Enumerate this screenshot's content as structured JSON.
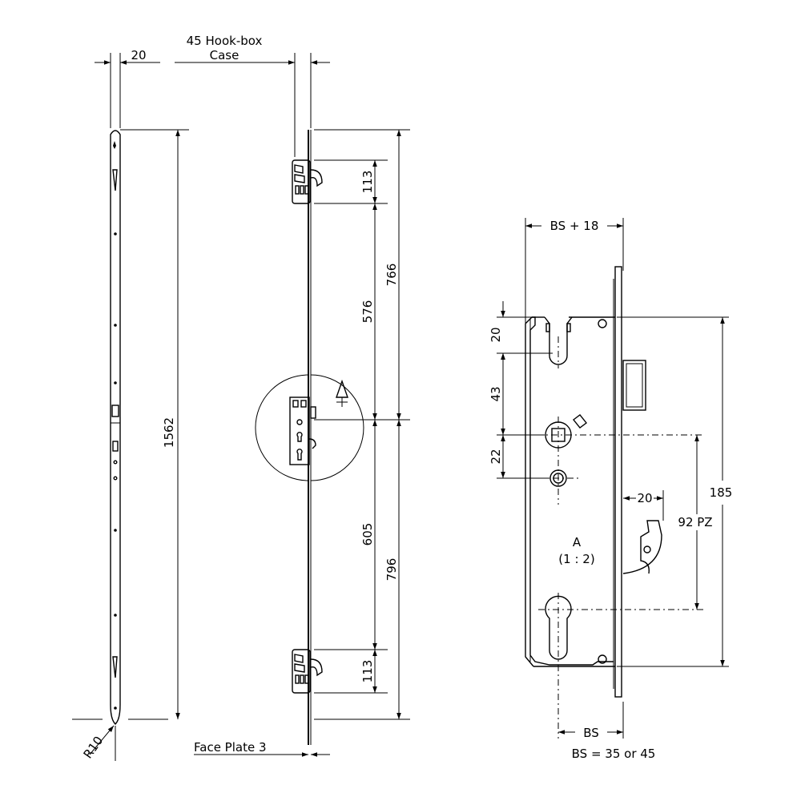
{
  "labels": {
    "dim_20_top": "20",
    "hook_box_line1": "45 Hook-box",
    "hook_box_line2": "Case",
    "dim_1562": "1562",
    "dim_r10": "R10",
    "face_plate": "Face Plate 3",
    "dim_113_top": "113",
    "dim_576": "576",
    "dim_766": "766",
    "dim_605": "605",
    "dim_796": "796",
    "dim_113_bottom": "113",
    "detail_marker": "A",
    "bs_plus_18": "BS + 18",
    "dim_20_left": "20",
    "dim_43": "43",
    "dim_22": "22",
    "dim_20_hook": "20",
    "detail_title": "A",
    "detail_scale": "(1 : 2)",
    "dim_92pz": "92 PZ",
    "dim_185": "185",
    "dim_bs": "BS",
    "bs_note": "BS = 35 or 45"
  }
}
